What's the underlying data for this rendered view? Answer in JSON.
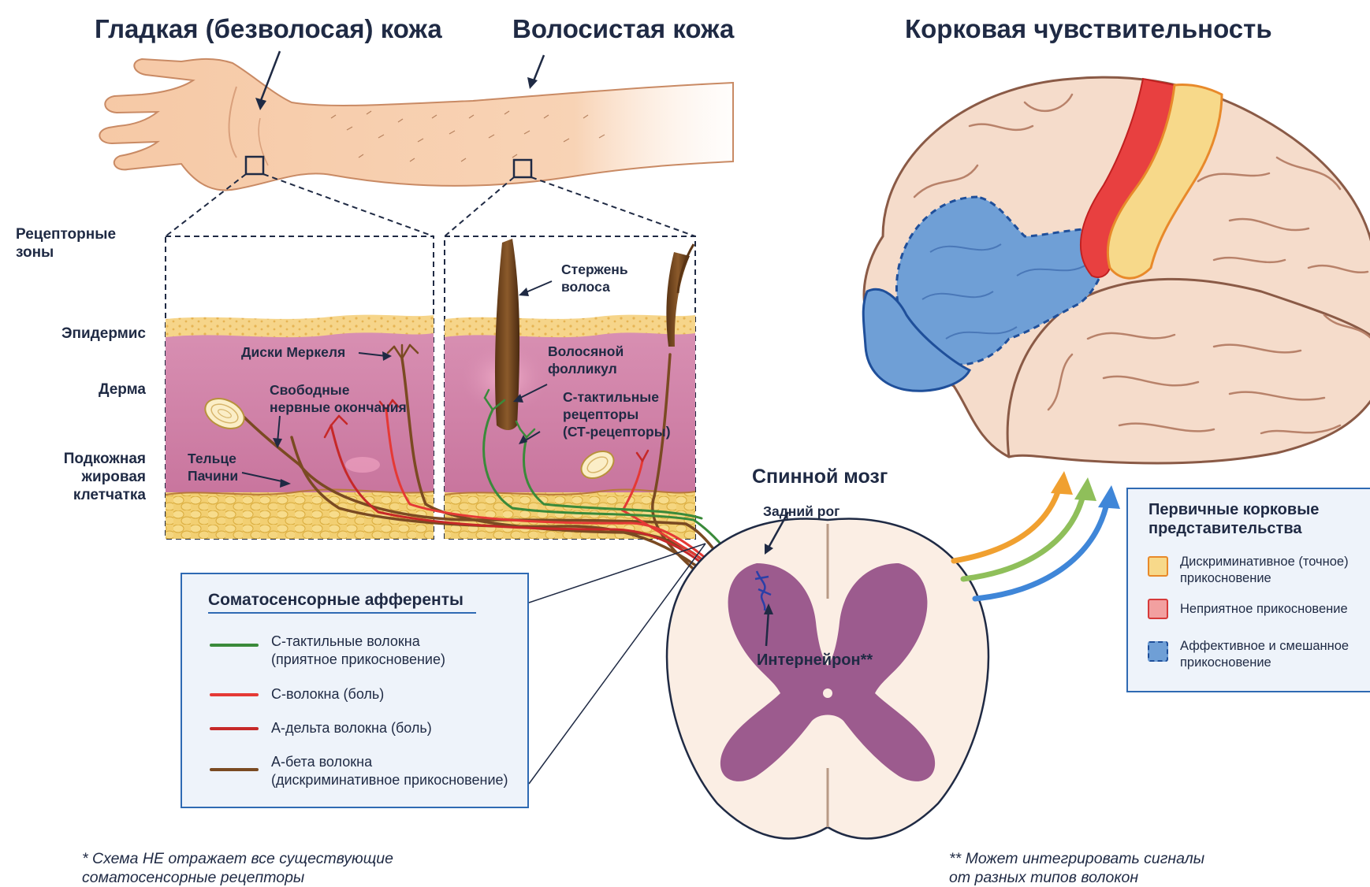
{
  "titles": {
    "glabrous_skin": "Гладкая (безволосая) кожа",
    "hairy_skin": "Волосистая кожа",
    "cortical": "Корковая чувствительность"
  },
  "side_labels": {
    "receptor_zones": "Рецепторные\nзоны",
    "epidermis": "Эпидермис",
    "dermis": "Дерма",
    "subcutis": "Подкожная\nжировая\nклетчатка"
  },
  "skin_labels": {
    "merkel": "Диски Меркеля",
    "free_endings": "Свободные\nнервные окончания",
    "pacini": "Тельце\nПачини",
    "hair_shaft": "Стержень\nволоса",
    "follicle": "Волосяной\nфолликул",
    "ct_receptors": "С-тактильные\nрецепторы\n(СТ-рецепторы)"
  },
  "spinal": {
    "title": "Спинной мозг",
    "dorsal_horn": "Задний рог",
    "interneuron": "Интернейрон**"
  },
  "legend": {
    "title": "Соматосенсорные афференты",
    "items": [
      {
        "label": "С-тактильные волокна\n(приятное прикосновение)",
        "color": "#3a8a3a"
      },
      {
        "label": "С-волокна (боль)",
        "color": "#e53935"
      },
      {
        "label": "А-дельта волокна (боль)",
        "color": "#c62828"
      },
      {
        "label": "А-бета волокна\n(дискриминативное прикосновение)",
        "color": "#7a4a22"
      }
    ]
  },
  "cortex_legend": {
    "title": "Первичные корковые\nпредставительства",
    "items": [
      {
        "label": "Дискриминативное (точное)\nприкосновение",
        "fill": "#f7d98a",
        "border": "#e8892a"
      },
      {
        "label": "Неприятное прикосновение",
        "fill": "#f2a0a0",
        "border": "#d63a3a"
      },
      {
        "label": "Аффективное и смешанное\nприкосновение",
        "fill": "#6f9fd6",
        "border": "#1f4f9a"
      }
    ]
  },
  "footnotes": {
    "left": "* Схема НЕ отражает все существующие\n  соматосенсорные рецепторы",
    "right": "** Может интегрировать сигналы\n   от разных типов волокон"
  },
  "colors": {
    "c_tactile": "#3a8a3a",
    "c_pain": "#e53935",
    "a_delta": "#c62828",
    "a_beta": "#7a4a22",
    "navy": "#1f2a44",
    "blue_frame": "#2f6ab3"
  }
}
